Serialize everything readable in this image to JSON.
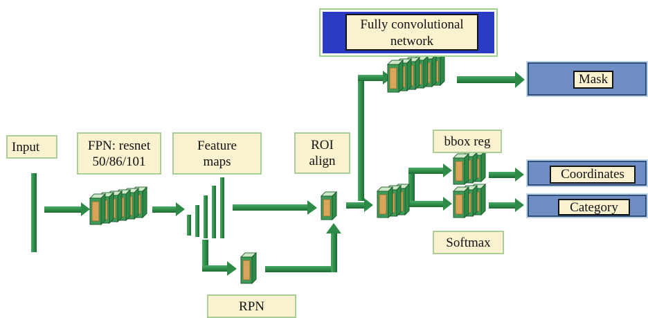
{
  "labels": {
    "input": "Input",
    "fpn_line1": "FPN: resnet",
    "fpn_line2": "50/86/101",
    "feature_line1": "Feature",
    "feature_line2": "maps",
    "roi_line1": "ROI",
    "roi_line2": "align",
    "rpn": "RPN",
    "fcn_line1": "Fully convolutional",
    "fcn_line2": "network",
    "bbox_reg": "bbox reg",
    "softmax": "Softmax"
  },
  "outputs": {
    "mask": "Mask",
    "coordinates": "Coordinates",
    "category": "Category"
  },
  "colors": {
    "arrow": "#2e8b47",
    "arrow_dark": "#1d6b34",
    "label_fill": "#fdf2cf",
    "label_border": "#a7cf95",
    "output_box": "#6f8fc4",
    "fcn_box": "#2a3cc4",
    "block_face": "#d9a55a"
  }
}
